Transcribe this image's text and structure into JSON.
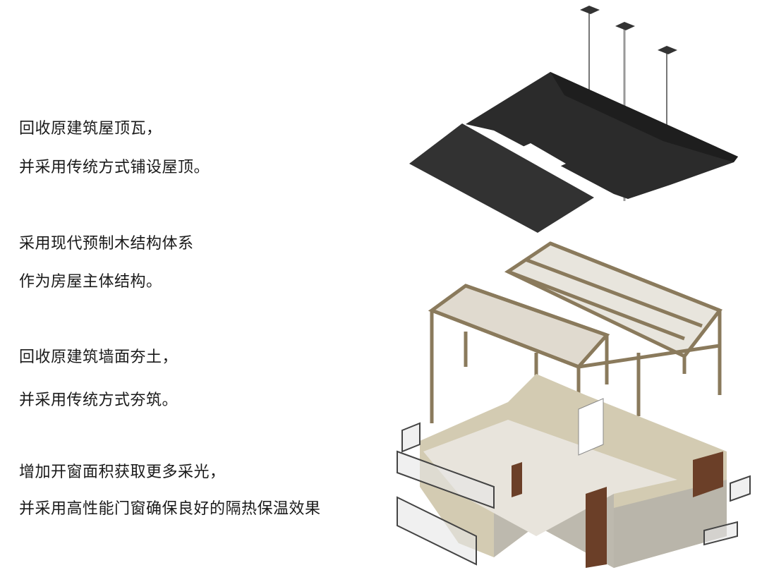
{
  "captions": [
    {
      "line1": "回收原建筑屋顶瓦，",
      "line2": "并采用传统方式铺设屋顶。"
    },
    {
      "line1": "采用现代预制木结构体系",
      "line2": "作为房屋主体结构。"
    },
    {
      "line1": "回收原建筑墙面夯土，",
      "line2": "并采用传统方式夯筑。"
    },
    {
      "line1": "增加开窗面积获取更多采光，",
      "line2": "并采用高性能门窗确保良好的隔热保温效果"
    }
  ],
  "colors": {
    "roof": "#2b2b2b",
    "timber": "#8a7a5c",
    "wall": "#cfc6ad",
    "rammed_earth": "#b9b5aa",
    "door": "#6b3f28"
  }
}
